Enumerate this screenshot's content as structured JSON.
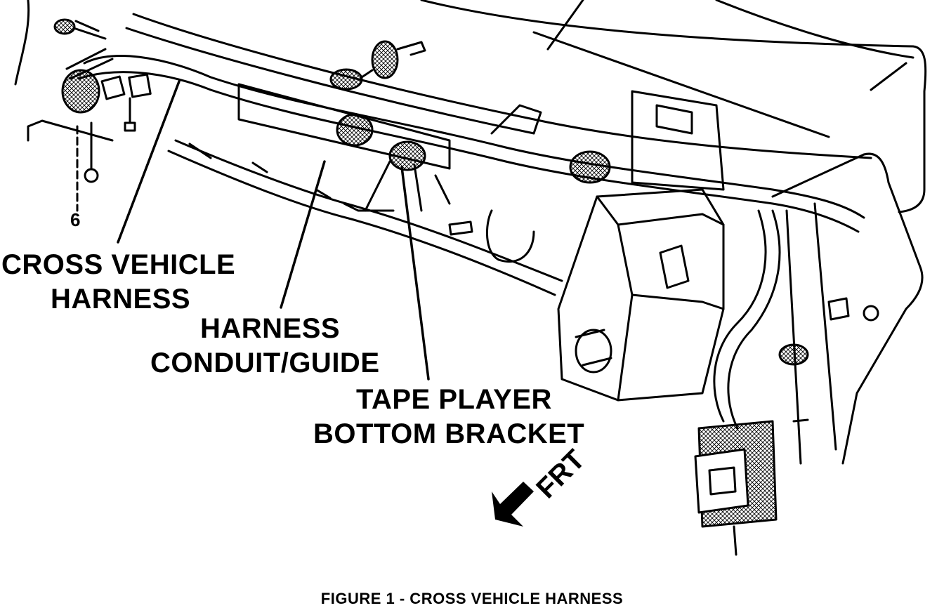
{
  "labels": {
    "cross_vehicle_harness_1": "CROSS VEHICLE",
    "cross_vehicle_harness_2": "HARNESS",
    "harness_conduit_1": "HARNESS",
    "harness_conduit_2": "CONDUIT/GUIDE",
    "tape_player_1": "TAPE PLAYER",
    "tape_player_2": "BOTTOM BRACKET",
    "front_arrow": "FRT",
    "fastener_callout": "6"
  },
  "caption": "FIGURE 1 - CROSS VEHICLE HARNESS",
  "colors": {
    "ink": "#000000",
    "paper": "#ffffff"
  }
}
